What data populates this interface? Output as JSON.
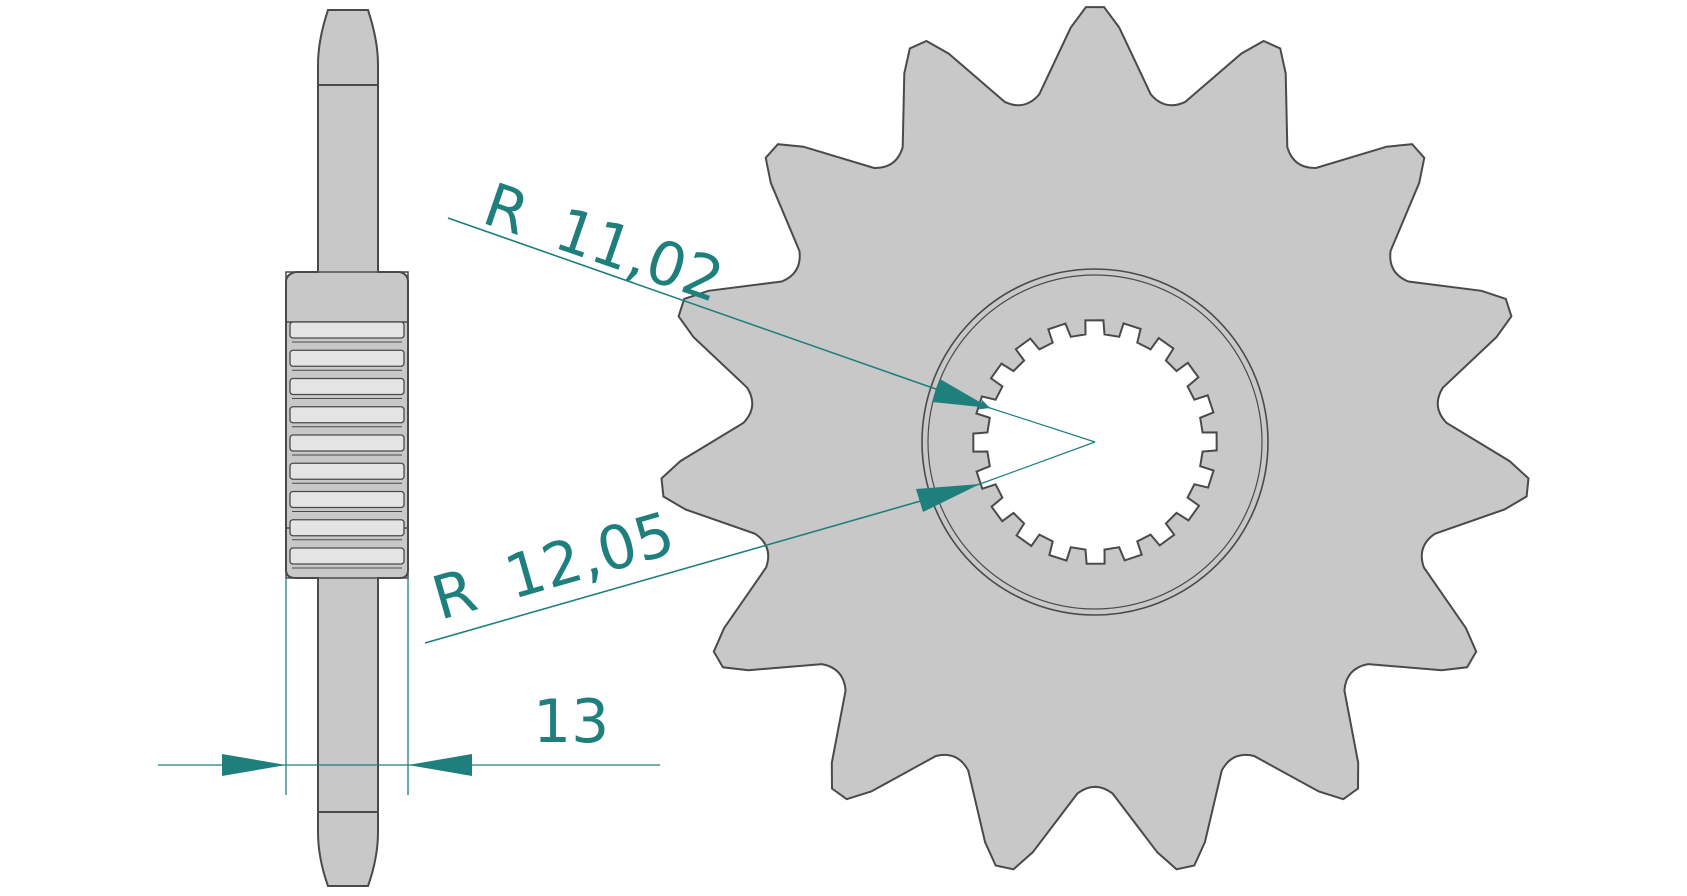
{
  "dimensions": {
    "inner_radius": {
      "prefix": "R",
      "value": "11,02"
    },
    "outer_radius": {
      "prefix": "R",
      "value": "12,05"
    },
    "width": {
      "value": "13"
    }
  },
  "colors": {
    "part_fill": "#c8c8c8",
    "part_outline": "#4a4a4a",
    "dimension": "#1f7f7c",
    "background": "#ffffff"
  },
  "sprocket": {
    "teeth": 15,
    "splines": 20
  }
}
